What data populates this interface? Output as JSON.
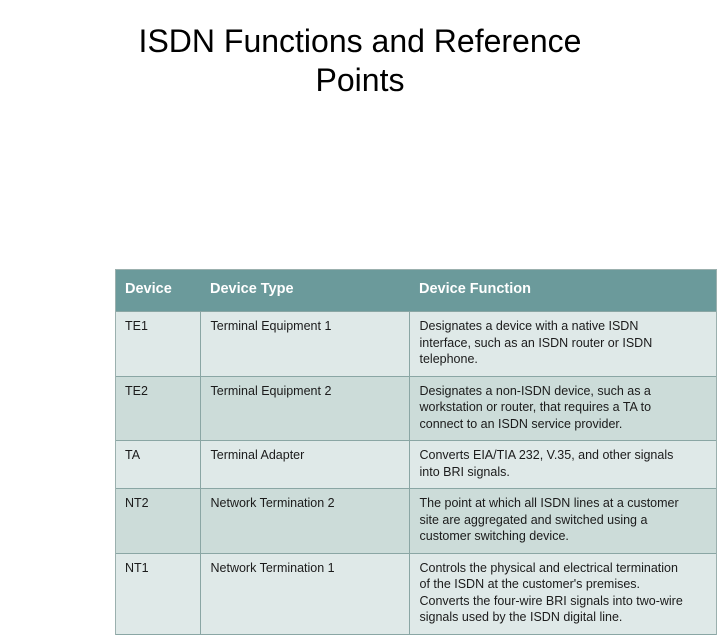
{
  "slide": {
    "title_lines": [
      "ISDN Functions and Reference",
      "Points"
    ],
    "title_full": "ISDN Functions and Reference Points"
  },
  "colors": {
    "header_background": "#6b9a9b",
    "header_text": "#ffffff",
    "row_light": "#dfe9e8",
    "row_dark": "#ccdcd9",
    "grid_line": "#8aa6a4",
    "body_text": "#1b1b1b",
    "page_background": "#ffffff"
  },
  "table": {
    "headers": [
      "Device",
      "Device Type",
      "Device Function"
    ],
    "rows": [
      {
        "device": "TE1",
        "device_type": "Terminal Equipment 1",
        "function_lines": [
          "Designates a device with a native ISDN",
          "interface, such as an ISDN router or ISDN",
          "telephone."
        ],
        "function_text": "Designates a device with a native ISDN interface, such as an ISDN router or ISDN telephone.",
        "shade": "light"
      },
      {
        "device": "TE2",
        "device_type": "Terminal Equipment 2",
        "function_lines": [
          "Designates a non-ISDN device, such as a",
          "workstation or router, that requires a TA to",
          "connect to an ISDN service provider."
        ],
        "function_text": "Designates a non-ISDN device, such as a workstation or router, that requires a TA to connect to an ISDN service provider.",
        "shade": "dark"
      },
      {
        "device": "TA",
        "device_type": "Terminal Adapter",
        "function_lines": [
          "Converts EIA/TIA 232, V.35, and other signals",
          "into BRI signals."
        ],
        "function_text": "Converts EIA/TIA 232, V.35, and other signals into BRI signals.",
        "shade": "light"
      },
      {
        "device": "NT2",
        "device_type": "Network Termination 2",
        "function_lines": [
          "The point at which all ISDN lines at a customer",
          "site are aggregated and switched using a",
          "customer switching device."
        ],
        "function_text": "The point at which all ISDN lines at a customer site are aggregated and switched using a customer switching device.",
        "shade": "dark"
      },
      {
        "device": "NT1",
        "device_type": "Network Termination 1",
        "function_lines": [
          "Controls the physical and electrical termination",
          "of the ISDN at the customer's premises.",
          "Converts the four-wire BRI signals into two-wire",
          "signals used by the ISDN digital line."
        ],
        "function_text": "Controls the physical and electrical termination of the ISDN at the customer's premises. Converts the four-wire BRI signals into two-wire signals used by the ISDN digital line.",
        "shade": "light"
      }
    ]
  }
}
